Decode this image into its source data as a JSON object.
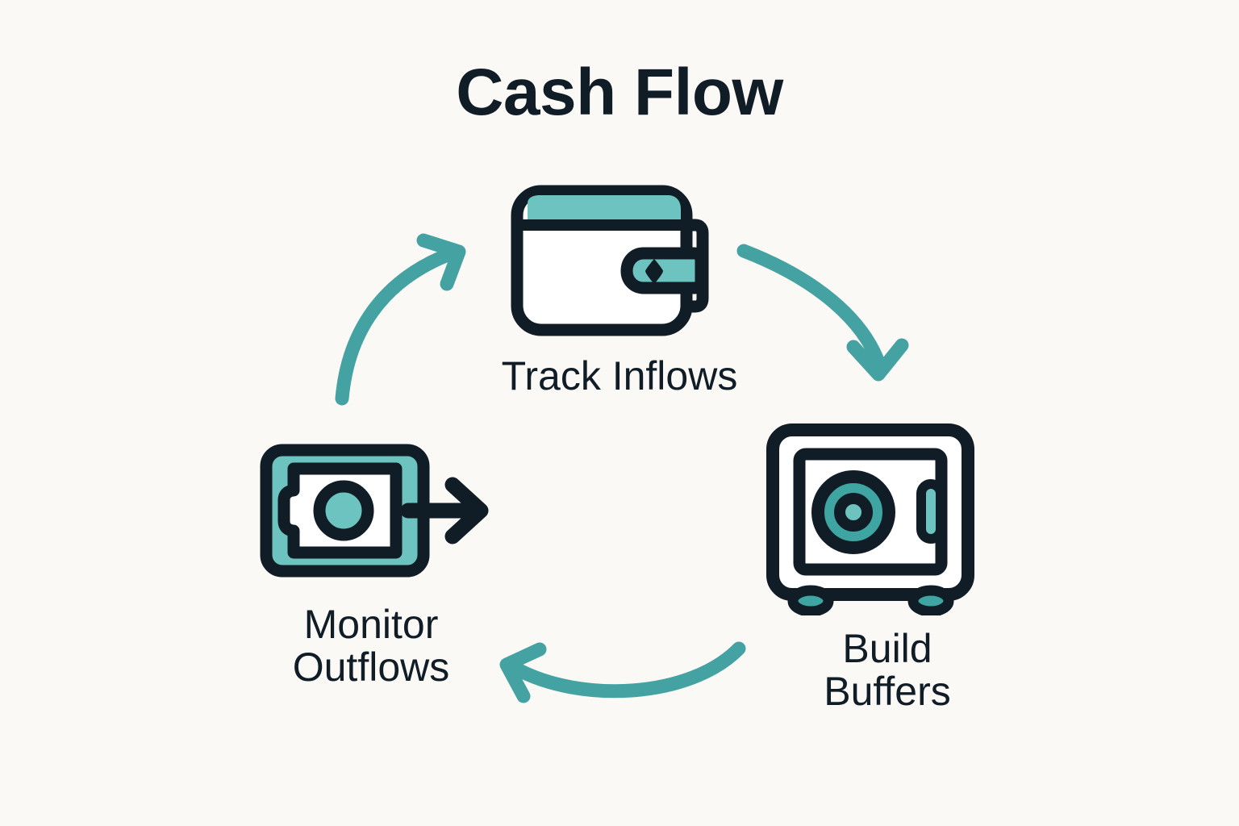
{
  "page": {
    "title": "Cash Flow",
    "background_color": "#FBF9F6",
    "text_color": "#101D26",
    "accent_teal": "#6CC3BF",
    "arrow_teal": "#44A3A2",
    "outline_color": "#101D26",
    "fill_white": "#FFFFFF"
  },
  "diagram": {
    "type": "cycle",
    "direction": "clockwise",
    "node_count": 3,
    "nodes": [
      {
        "id": "track-inflows",
        "label": "Track Inflows",
        "label_lines": "Track Inflows",
        "icon": "wallet-icon",
        "position": "top"
      },
      {
        "id": "build-buffers",
        "label": "Build Buffers",
        "label_lines": "Build\nBuffers",
        "icon": "safe-icon",
        "position": "bottom-right"
      },
      {
        "id": "monitor-outflows",
        "label": "Monitor Outflows",
        "label_lines": "Monitor\nOutflows",
        "icon": "banknote-outflow-icon",
        "position": "bottom-left"
      }
    ],
    "connectors": [
      {
        "id": "arrow-track-to-build",
        "from": "track-inflows",
        "to": "build-buffers",
        "style": "curved-arrow"
      },
      {
        "id": "arrow-build-to-monitor",
        "from": "build-buffers",
        "to": "monitor-outflows",
        "style": "curved-arrow"
      },
      {
        "id": "arrow-monitor-to-track",
        "from": "monitor-outflows",
        "to": "track-inflows",
        "style": "curved-arrow"
      }
    ]
  }
}
